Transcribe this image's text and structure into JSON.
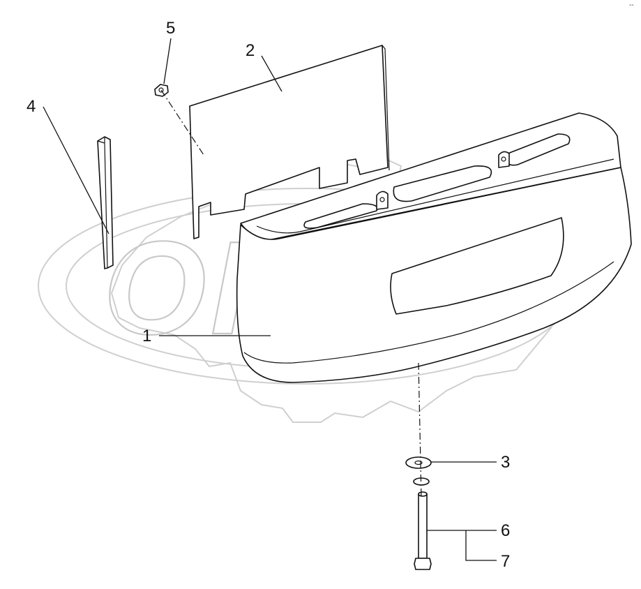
{
  "watermark": {
    "text": "OPEX"
  },
  "callouts": [
    {
      "id": "1",
      "label": "1"
    },
    {
      "id": "2",
      "label": "2"
    },
    {
      "id": "3",
      "label": "3"
    },
    {
      "id": "4",
      "label": "4"
    },
    {
      "id": "5",
      "label": "5"
    },
    {
      "id": "6",
      "label": "6"
    },
    {
      "id": "7",
      "label": "7"
    }
  ],
  "corner_mark": "--"
}
